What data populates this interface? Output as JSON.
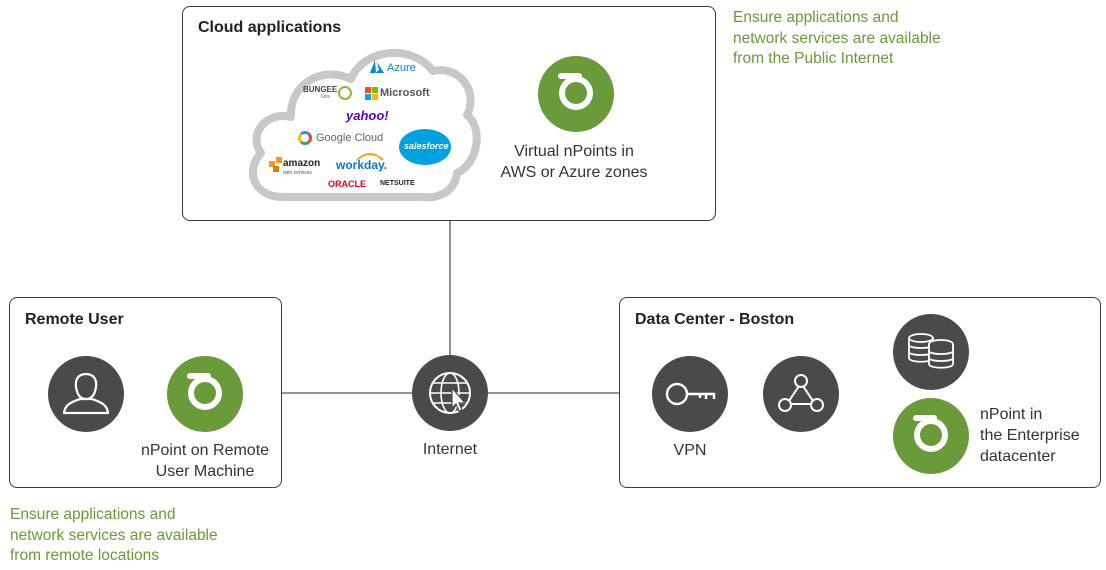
{
  "cloud": {
    "title": "Cloud applications",
    "logos": {
      "azure": "Azure",
      "bungee": "BUNGEE",
      "bungee_sub": "labs",
      "microsoft": "Microsoft",
      "yahoo": "yahoo!",
      "google_cloud": "Google Cloud",
      "salesforce": "salesforce",
      "amazon": "amazon",
      "amazon_sub": "web services",
      "workday": "workday.",
      "oracle": "ORACLE",
      "netsuite": "NETSUITE"
    },
    "virtual_label_line1": "Virtual nPoints in",
    "virtual_label_line2": "AWS or Azure zones"
  },
  "cloud_note": {
    "line1": "Ensure applications and",
    "line2": "network services are available",
    "line3": "from the Public Internet"
  },
  "remote": {
    "title": "Remote User",
    "npoint_label_line1": "nPoint on Remote",
    "npoint_label_line2": "User Machine"
  },
  "remote_note": {
    "line1": "Ensure applications and",
    "line2": "network services are available",
    "line3": "from remote locations"
  },
  "internet": {
    "label": "Internet"
  },
  "datacenter": {
    "title": "Data Center - Boston",
    "vpn_label": "VPN",
    "npoint_label_line1": "nPoint in",
    "npoint_label_line2": "the Enterprise",
    "npoint_label_line3": "datacenter"
  },
  "colors": {
    "green": "#6a9a3a",
    "dark": "#4a4a4a",
    "border": "#3a3a3a"
  },
  "icons": [
    "npoint-icon",
    "user-icon",
    "globe-cursor-icon",
    "key-icon",
    "network-icon",
    "database-icon",
    "cloud-icon"
  ]
}
